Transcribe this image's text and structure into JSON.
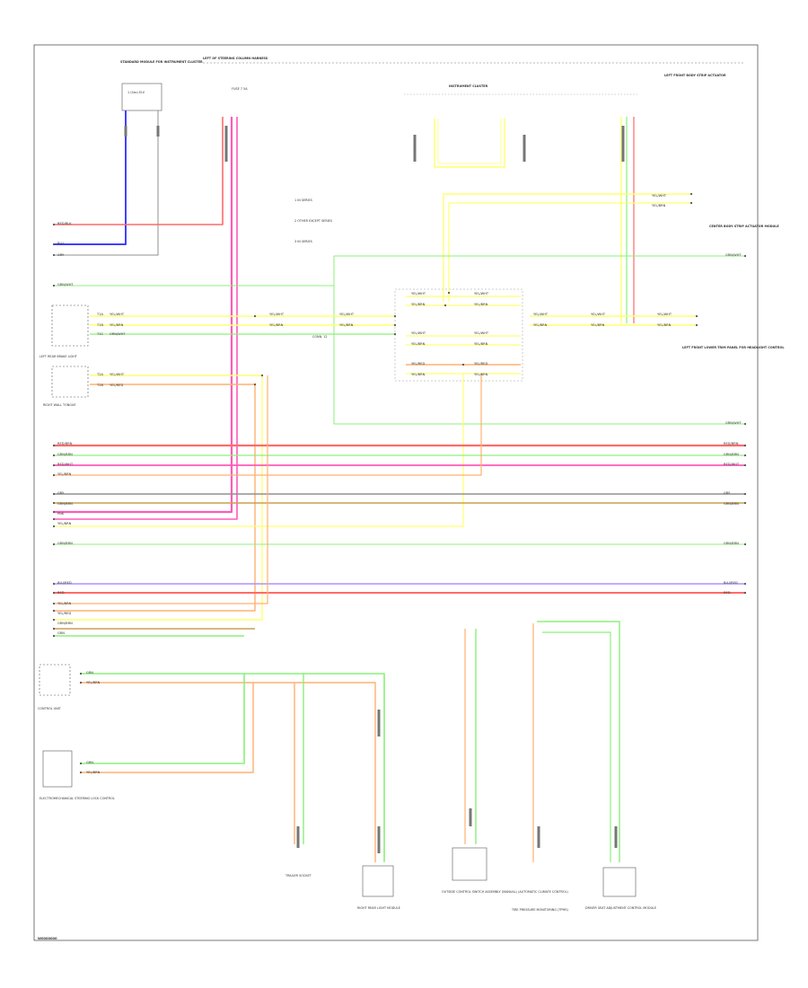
{
  "colors": {
    "red": "#ff6a6a",
    "pink": "#ff5ab8",
    "orange": "#ffb070",
    "yellow": "#ffff70",
    "green": "#8cf07a",
    "blue": "#4040ff",
    "violet": "#b090ff",
    "gray": "#909090",
    "brown": "#c8a050",
    "frame": "#444444"
  },
  "figure": {
    "footer_code": "W0000000"
  },
  "components": {
    "top_left_module": {
      "title": "STANDARD MODULE FOR INSTRUMENT CLUSTER",
      "label": "1 (Sec)  ELV"
    },
    "junction_top": {
      "title": "LEFT OF STEERING COLUMN HARNESS"
    },
    "fuse": {
      "label": "FUSE 7  5A"
    },
    "center_top": {
      "title": "INSTRUMENT CLUSTER"
    },
    "top_right": {
      "title": "LEFT FRONT BODY STRIP ACTUATOR"
    },
    "left_brake": {
      "title": "LEFT REAR BRAKE LIGHT"
    },
    "left_wall": {
      "title": "RIGHT WALL TONGUE"
    },
    "right_mid": {
      "title": "LEFT FRONT LOWER TRIM PANEL FOR HEADLIGHT CONTROL"
    },
    "right_upper": {
      "title": "CENTER BODY STRIP ACTUATOR MODULE"
    },
    "control_unit": {
      "title": "CONTROL UNIT"
    },
    "electro_module": {
      "title": "ELECTROMECHANICAL STEERING LOCK CONTROL"
    },
    "trailer_socket": {
      "title": "TRAILER SOCKET"
    },
    "rear_light": {
      "title": "RIGHT REAR LIGHT MODULE"
    },
    "outside_module": {
      "title": "OUTSIDE CONTROL SWITCH ASSEMBLY (MANUAL) (AUTOMATIC CLIMATE CONTROL)"
    },
    "tire_pressure": {
      "title": "TIRE PRESSURE MONITORING (TPMS)"
    },
    "rear_control": {
      "title": "DRIVER SEAT ADJUSTMENT CONTROL MODULE"
    },
    "splice_center": {
      "label": "CONN. 12"
    }
  },
  "legend": {
    "items": [
      "1  IN SERIES",
      "2  OTHER EXCEPT SERIES",
      "3  IN SERIES"
    ]
  },
  "wires": {
    "top_left": [
      {
        "code": "RED/BLK",
        "color": "red"
      },
      {
        "code": "BLU",
        "color": "blue"
      },
      {
        "code": "GRY",
        "color": "gray"
      }
    ],
    "green_long": {
      "code": "GRN/WHT"
    },
    "left_group": [
      {
        "pin": "T1A",
        "code": "YEL/WHT",
        "color": "yellow"
      },
      {
        "pin": "T1B",
        "code": "YEL/BRN",
        "color": "yellow"
      },
      {
        "pin": "T1C",
        "code": "GRN/WHT",
        "color": "green"
      }
    ],
    "left_group2": [
      {
        "pin": "T2A",
        "code": "YEL/WHT",
        "color": "yellow"
      },
      {
        "pin": "T2B",
        "code": "YEL/RED",
        "color": "orange"
      }
    ],
    "center_group": [
      {
        "code": "YEL/WHT",
        "color": "yellow"
      },
      {
        "code": "YEL/BRN",
        "color": "yellow"
      },
      {
        "code": "YEL/WHT",
        "color": "yellow"
      },
      {
        "code": "YEL/BRN",
        "color": "yellow"
      },
      {
        "code": "YEL/RED",
        "color": "orange"
      },
      {
        "code": "YEL/BRN",
        "color": "yellow"
      }
    ],
    "right_group": [
      {
        "code": "YEL/WHT",
        "color": "yellow"
      },
      {
        "code": "YEL/BRN",
        "color": "yellow"
      }
    ],
    "top_right": [
      {
        "code": "YEL/WHT",
        "color": "yellow"
      },
      {
        "code": "YEL/BRN",
        "color": "yellow"
      }
    ],
    "bus1": [
      {
        "code": "RED/BRN",
        "color": "red"
      },
      {
        "code": "GRN/BRN",
        "color": "green"
      },
      {
        "code": "RED/WHT",
        "color": "pink"
      },
      {
        "code": "YEL/BRN",
        "color": "orange"
      }
    ],
    "bus2": [
      {
        "code": "GRY",
        "color": "gray"
      },
      {
        "code": "GRN/BRN",
        "color": "brown"
      },
      {
        "code": "PNK",
        "color": "pink"
      },
      {
        "code": "YEL/BRN",
        "color": "yellow"
      }
    ],
    "bus3": [
      {
        "code": "GRN/BRN",
        "color": "green"
      }
    ],
    "bus4": [
      {
        "code": "BLU/RED",
        "color": "violet"
      },
      {
        "code": "RED",
        "color": "red"
      },
      {
        "code": "YEL/BRN",
        "color": "orange"
      },
      {
        "code": "YEL/RED",
        "color": "orange"
      },
      {
        "code": "GRN/BRN",
        "color": "brown"
      },
      {
        "code": "GRN",
        "color": "green"
      }
    ],
    "bottom_left": [
      {
        "code": "GRN",
        "color": "green"
      },
      {
        "code": "YEL/BRN",
        "color": "orange"
      }
    ],
    "bottom_left2": [
      {
        "code": "GRN",
        "color": "green"
      },
      {
        "code": "YEL/BRN",
        "color": "orange"
      }
    ]
  }
}
